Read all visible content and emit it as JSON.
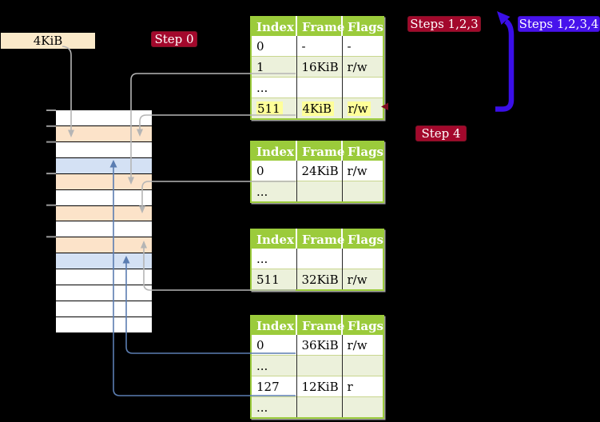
{
  "palette": {
    "background": "#000000",
    "white": "#FFFFFF",
    "table_header_green": "#9BCB3B",
    "table_row_alt_green": "#ECF1DB",
    "memory_frame_orange": "#FCE3C9",
    "memory_frame_blue": "#D4E1F4",
    "page_size_label_cream": "#FAE9C9",
    "step_badge_red": "#A3082C",
    "step_badge_blue": "#4713EC",
    "connector_gray": "#B5B5B5",
    "connector_blue": "#5B7DB1",
    "big_arrow_blue": "#3A0FE8",
    "mini_arrow_dark_red": "#7E0A20",
    "highlight_yellow": "#FFFF99"
  },
  "labels": {
    "page_size": "4KiB",
    "step0": "Step 0",
    "steps123": "Steps 1,2,3",
    "steps1234": "Steps 1,2,3,4",
    "step4": "Step 4"
  },
  "tables": [
    {
      "name": "table-1",
      "headers": [
        "Index",
        "Frame",
        "Flags"
      ],
      "rows": [
        {
          "index": "0",
          "frame": "-",
          "flags": "-"
        },
        {
          "index": "1",
          "frame": "16KiB",
          "flags": "r/w"
        },
        {
          "index": "...",
          "frame": "",
          "flags": ""
        },
        {
          "index": "511",
          "frame": "4KiB",
          "flags": "r/w",
          "highlighted": true
        }
      ]
    },
    {
      "name": "table-2",
      "headers": [
        "Index",
        "Frame",
        "Flags"
      ],
      "rows": [
        {
          "index": "0",
          "frame": "24KiB",
          "flags": "r/w"
        },
        {
          "index": "...",
          "frame": "",
          "flags": ""
        }
      ]
    },
    {
      "name": "table-3",
      "headers": [
        "Index",
        "Frame",
        "Flags"
      ],
      "rows": [
        {
          "index": "...",
          "frame": "",
          "flags": ""
        },
        {
          "index": "511",
          "frame": "32KiB",
          "flags": "r/w"
        }
      ]
    },
    {
      "name": "table-4",
      "headers": [
        "Index",
        "Frame",
        "Flags"
      ],
      "rows": [
        {
          "index": "0",
          "frame": "36KiB",
          "flags": "r/w"
        },
        {
          "index": "...",
          "frame": "",
          "flags": ""
        },
        {
          "index": "127",
          "frame": "12KiB",
          "flags": "r"
        },
        {
          "index": "...",
          "frame": "",
          "flags": ""
        }
      ]
    }
  ],
  "memory": {
    "rows": [
      {
        "fill": "white"
      },
      {
        "fill": "memory_frame_orange"
      },
      {
        "fill": "white"
      },
      {
        "fill": "memory_frame_blue"
      },
      {
        "fill": "memory_frame_orange"
      },
      {
        "fill": "white"
      },
      {
        "fill": "memory_frame_orange"
      },
      {
        "fill": "white"
      },
      {
        "fill": "memory_frame_orange"
      },
      {
        "fill": "memory_frame_blue"
      },
      {
        "fill": "white"
      },
      {
        "fill": "white"
      },
      {
        "fill": "white"
      },
      {
        "fill": "white"
      }
    ]
  },
  "connectors": [
    {
      "from": "page-size-label",
      "to": "memory-row-2",
      "color": "gray"
    },
    {
      "from": "table-1-row-1",
      "to": "memory-row-5",
      "color": "gray"
    },
    {
      "from": "table-1-row-511",
      "to": "memory-row-2",
      "color": "gray"
    },
    {
      "from": "table-2-row-0",
      "to": "memory-row-7",
      "color": "gray"
    },
    {
      "from": "table-3-row-511",
      "to": "memory-row-9",
      "color": "gray"
    },
    {
      "from": "table-4-row-0",
      "to": "memory-row-10",
      "color": "blue"
    },
    {
      "from": "table-4-row-127",
      "to": "memory-row-4",
      "color": "blue"
    }
  ]
}
